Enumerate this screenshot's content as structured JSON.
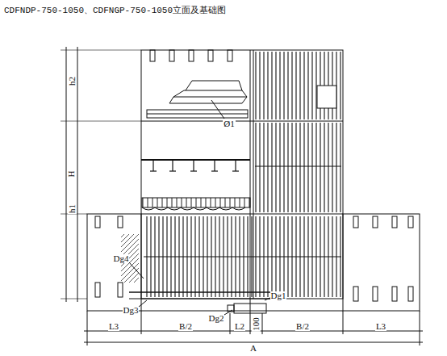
{
  "diagram": {
    "title": "CDFNDP-750-1050、CDFNGP-750-1050立面及基础图",
    "labels": [
      "h2",
      "H",
      "h1",
      "Ø1",
      "Dg4",
      "Dg3",
      "Dg2",
      "Dg1",
      "L3",
      "B/2",
      "L2",
      "100",
      "B/2",
      "L3",
      "A"
    ]
  }
}
